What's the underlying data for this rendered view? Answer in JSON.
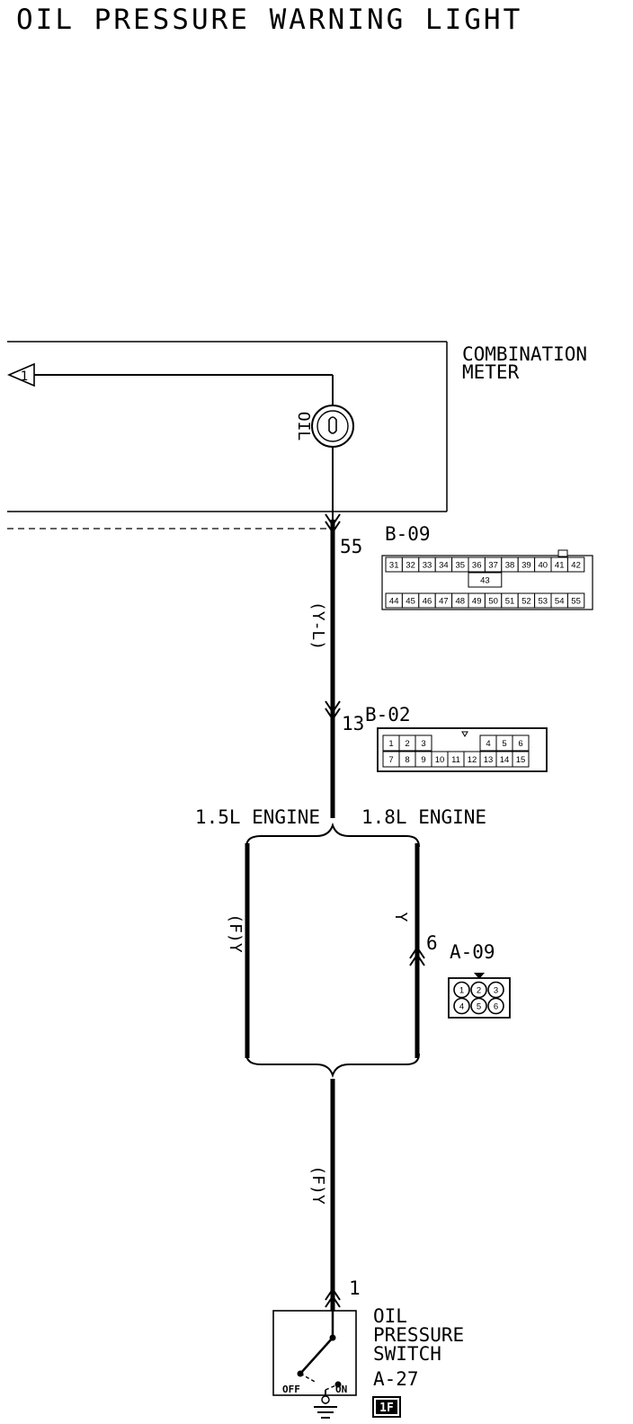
{
  "title": "OIL PRESSURE WARNING LIGHT",
  "combination_meter": {
    "label_line1": "COMBINATION",
    "label_line2": "METER",
    "lamp_label": "OIL",
    "ref_marker": "1"
  },
  "connector_b09": {
    "id": "B-09",
    "pin": "55",
    "wire_color": "(Y-L)",
    "pins_top": [
      "31",
      "32",
      "33",
      "34",
      "35",
      "36",
      "37",
      "38",
      "39",
      "40",
      "41",
      "42"
    ],
    "pins_mid": [
      "43"
    ],
    "pins_bottom": [
      "44",
      "45",
      "46",
      "47",
      "48",
      "49",
      "50",
      "51",
      "52",
      "53",
      "54",
      "55"
    ]
  },
  "connector_b02": {
    "id": "B-02",
    "pin": "13",
    "pins_top": [
      "1",
      "2",
      "3",
      "4",
      "5",
      "6"
    ],
    "pins_bottom": [
      "7",
      "8",
      "9",
      "10",
      "11",
      "12",
      "13",
      "14",
      "15"
    ]
  },
  "branch": {
    "left_label": "1.5L ENGINE",
    "right_label": "1.8L ENGINE",
    "left_wire": "(F)Y",
    "right_wire": "Y"
  },
  "connector_a09": {
    "id": "A-09",
    "pin": "6",
    "pins": [
      "1",
      "2",
      "3",
      "4",
      "5",
      "6"
    ]
  },
  "lower_wire": "(F)Y",
  "oil_pressure_switch": {
    "pin": "1",
    "label_line1": "OIL",
    "label_line2": "PRESSURE",
    "label_line3": "SWITCH",
    "id": "A-27",
    "state_off": "OFF",
    "state_on": "ON",
    "badge": "1F"
  }
}
